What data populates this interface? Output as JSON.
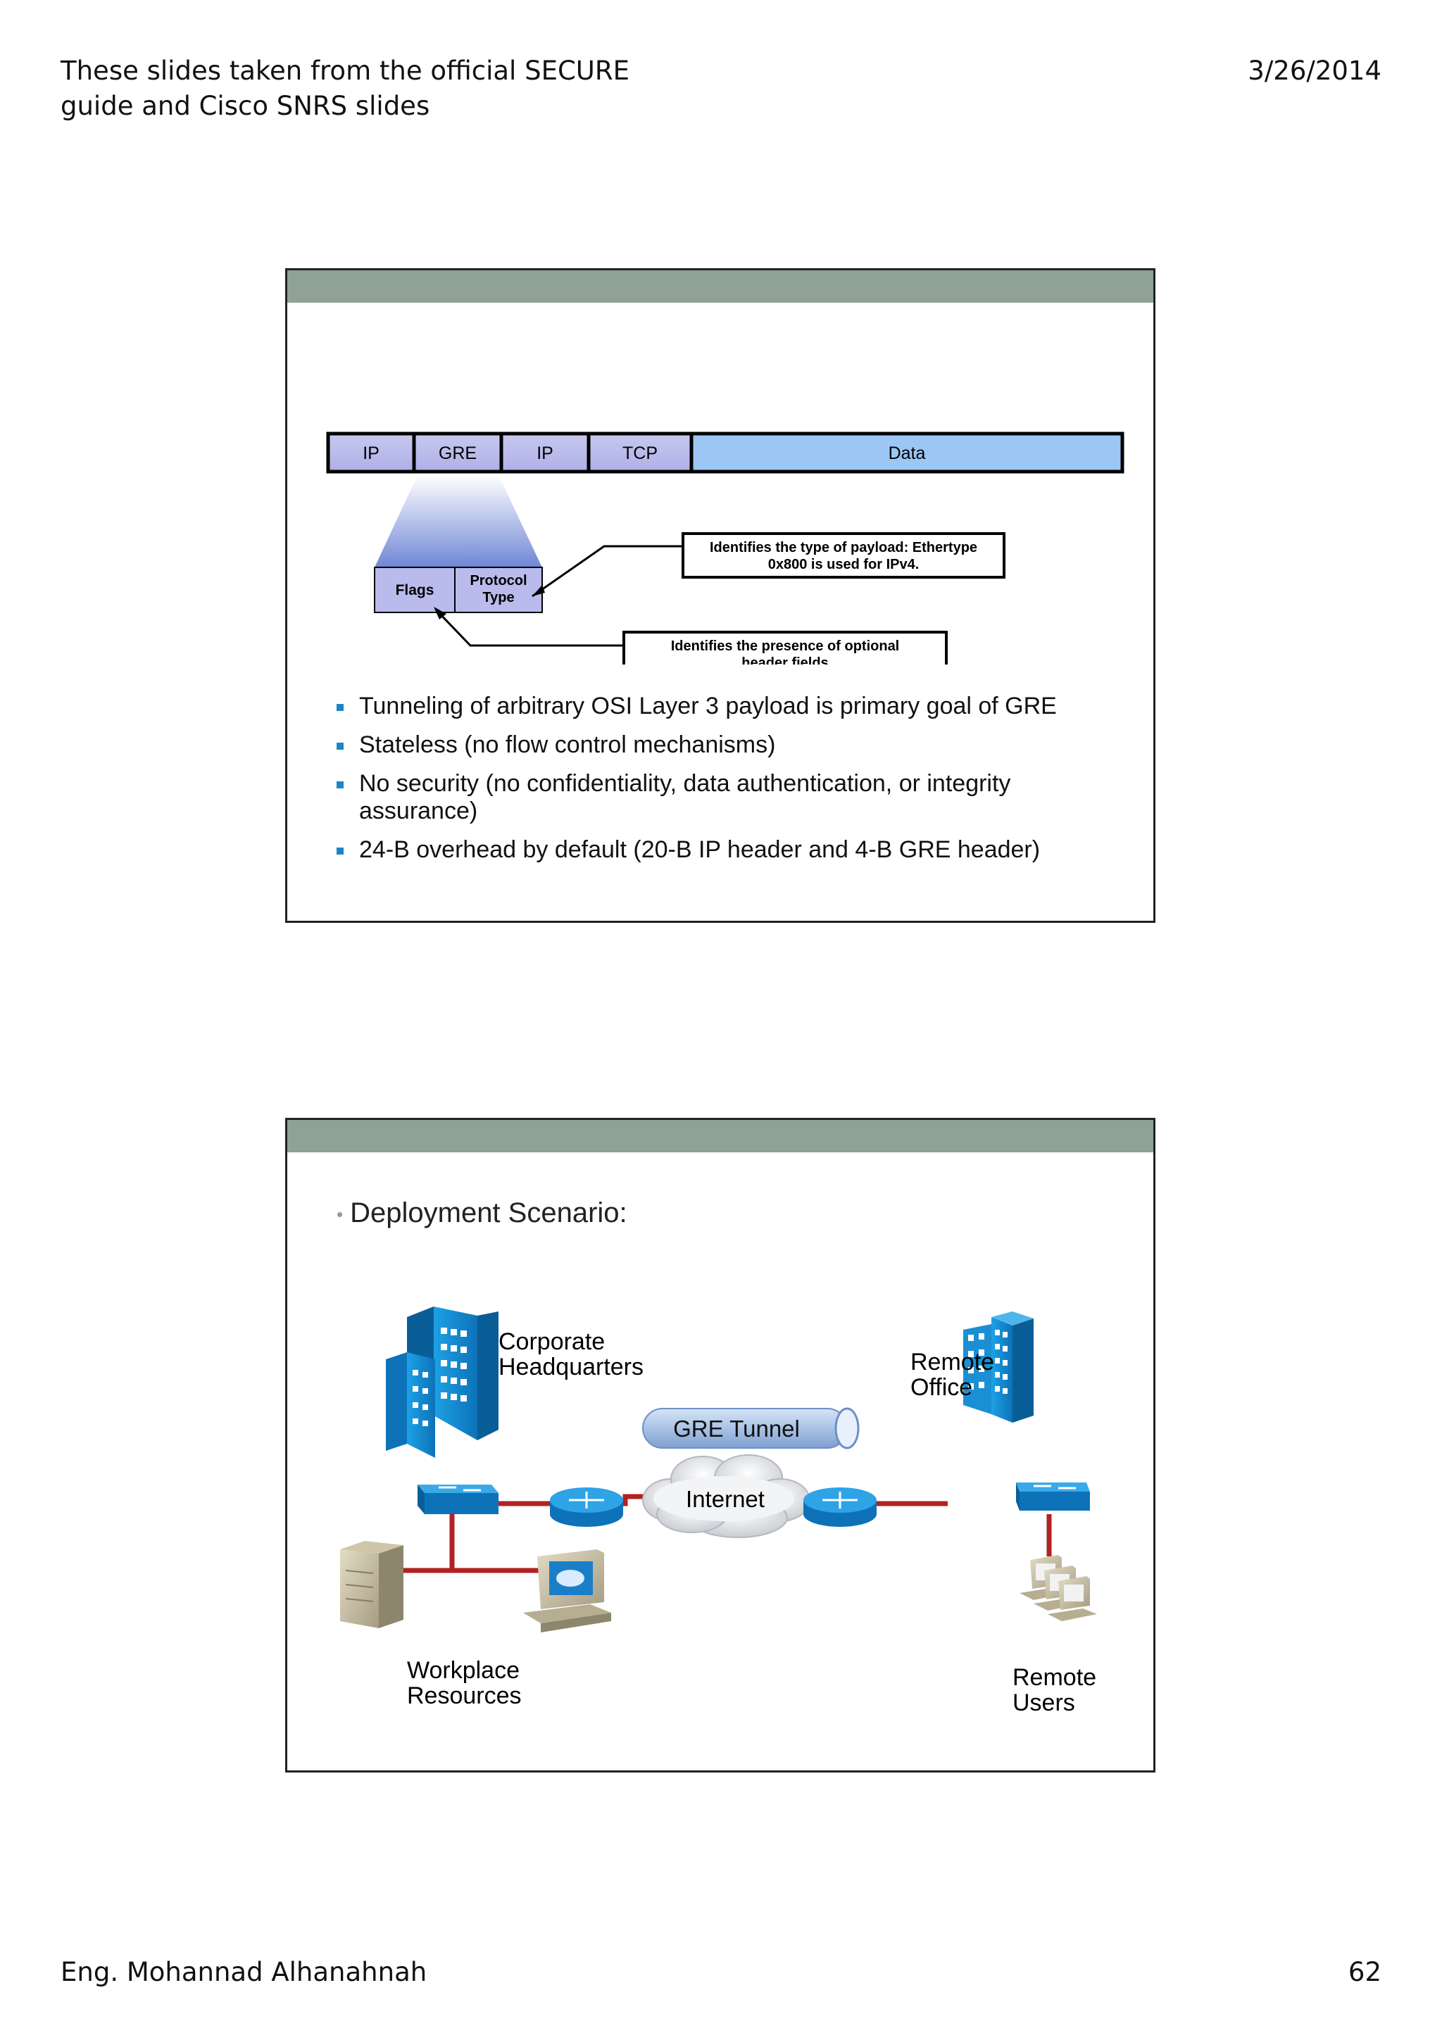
{
  "header": {
    "left_line1": "These slides taken from the official SECURE",
    "left_line2": "guide and Cisco SNRS slides",
    "date": "3/26/2014"
  },
  "footer": {
    "author": "Eng. Mohannad Alhanahnah",
    "page_number": "62"
  },
  "slide1": {
    "packet_fields": [
      "IP",
      "GRE",
      "IP",
      "TCP",
      "Data"
    ],
    "gre_subfields": {
      "flags": "Flags",
      "protocol_line1": "Protocol",
      "protocol_line2": "Type"
    },
    "callout_protocol_line1": "Identifies the type of payload: Ethertype",
    "callout_protocol_line2": "0x800 is used for IPv4.",
    "callout_flags_line1": "Identifies the presence of optional",
    "callout_flags_line2": "header fields",
    "bullets": [
      "Tunneling of arbitrary OSI Layer 3 payload is primary goal of GRE",
      "Stateless (no flow control mechanisms)",
      "No security (no confidentiality, data authentication, or integrity assurance)",
      "24-B overhead by default (20-B IP header and 4-B GRE header)"
    ]
  },
  "slide2": {
    "title": "Deployment Scenario:",
    "labels": {
      "hq_line1": "Corporate",
      "hq_line2": "Headquarters",
      "remote_office_line1": "Remote",
      "remote_office_line2": "Office",
      "tunnel": "GRE Tunnel",
      "internet": "Internet",
      "workplace_line1": "Workplace",
      "workplace_line2": "Resources",
      "remote_users_line1": "Remote",
      "remote_users_line2": "Users"
    },
    "colors": {
      "link": "#b22222",
      "device": "#1e90d6",
      "band": "#8fa293"
    }
  }
}
